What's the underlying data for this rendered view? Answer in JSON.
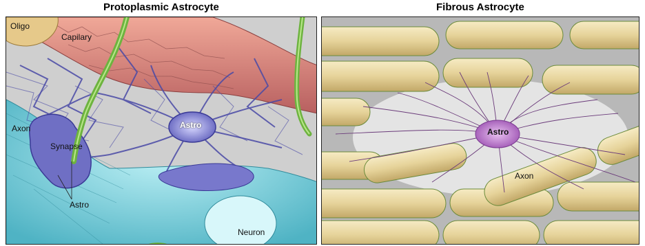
{
  "titles": {
    "left": "Protoplasmic Astrocyte",
    "right": "Fibrous Astrocyte"
  },
  "left_panel": {
    "labels": {
      "oligo": "Oligo",
      "capillary": "Capilary",
      "axon": "Axon",
      "synapse": "Synapse",
      "astro_main": "Astro",
      "astro_lower": "Astro",
      "neuron": "Neuron"
    }
  },
  "right_panel": {
    "labels": {
      "astro": "Astro",
      "axon": "Axon"
    }
  },
  "colors": {
    "capillary": "#d9826e",
    "astrocyte": "#6f6fc4",
    "neuron": "#5fbfce",
    "axon_fiber": "#e8d8a0",
    "fibrous_astro": "#b070c0",
    "oligo": "#e6c98a",
    "green_process": "#6db33f"
  }
}
